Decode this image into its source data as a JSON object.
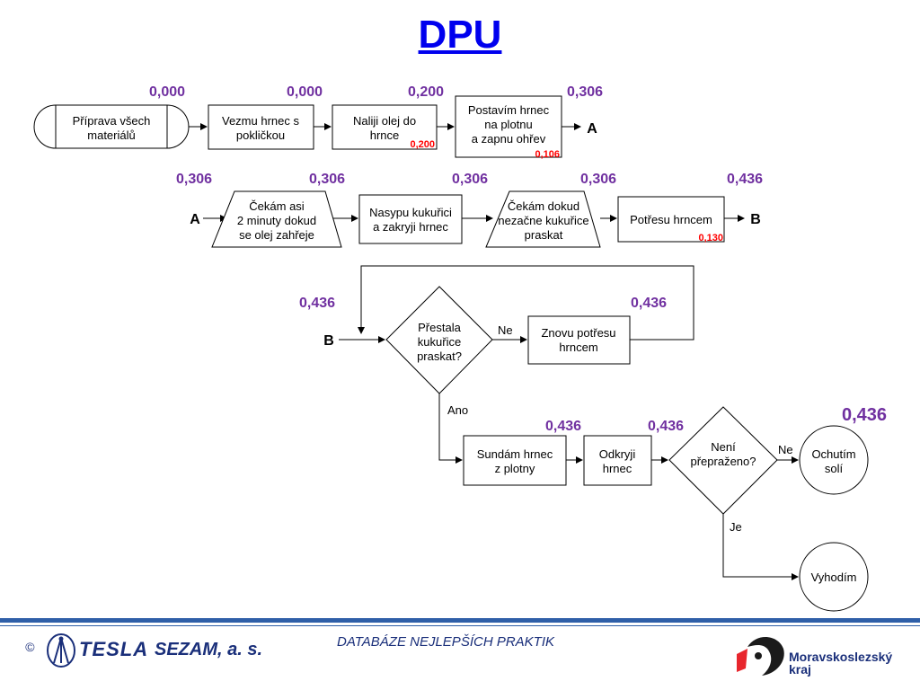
{
  "title": "DPU",
  "boxes": [
    {
      "id": "b1",
      "text": [
        "Příprava všech",
        "materiálů"
      ],
      "sub": ""
    },
    {
      "id": "b2",
      "text": [
        "Vezmu hrnec s",
        "pokličkou"
      ],
      "sub": ""
    },
    {
      "id": "b3",
      "text": [
        "Naliji olej do",
        "hrnce"
      ],
      "sub": "0,200"
    },
    {
      "id": "b4",
      "text": [
        "Postavím hrnec",
        "na plotnu",
        "a zapnu ohřev"
      ],
      "sub": "0,106"
    },
    {
      "id": "b5",
      "text": [
        "Čekám asi",
        "2 minuty dokud",
        "se olej zahřeje"
      ],
      "sub": ""
    },
    {
      "id": "b6",
      "text": [
        "Nasypu kukuřici",
        "a zakryji hrnec"
      ],
      "sub": ""
    },
    {
      "id": "b7",
      "text": [
        "Čekám dokud",
        "nezačne kukuřice",
        "praskat"
      ],
      "sub": ""
    },
    {
      "id": "b8",
      "text": [
        "Potřesu hrncem"
      ],
      "sub": "0,130"
    },
    {
      "id": "b9",
      "text": [
        "Přestala",
        "kukuřice",
        "praskat?"
      ],
      "sub": ""
    },
    {
      "id": "b10",
      "text": [
        "Znovu potřesu",
        "hrncem"
      ],
      "sub": ""
    },
    {
      "id": "b11",
      "text": [
        "Sundám hrnec",
        "z plotny"
      ],
      "sub": ""
    },
    {
      "id": "b12",
      "text": [
        "Odkryji",
        "hrnec"
      ],
      "sub": ""
    },
    {
      "id": "b13",
      "text": [
        "Není",
        "přepraženo?"
      ],
      "sub": ""
    },
    {
      "id": "b14",
      "text": [
        "Ochutím",
        "solí"
      ],
      "sub": ""
    },
    {
      "id": "b15",
      "text": [
        "Vyhodím"
      ],
      "sub": ""
    }
  ],
  "values": [
    "0,000",
    "0,000",
    "0,200",
    "0,306",
    "0,306",
    "0,306",
    "0,306",
    "0,306",
    "0,436",
    "0,436",
    "0,436",
    "0,436",
    "0,436",
    "0,436"
  ],
  "connectors": {
    "a_out": "A",
    "a_in": "A",
    "b_out": "B",
    "b_in": "B"
  },
  "branch_labels": {
    "ne1": "Ne",
    "ano": "Ano",
    "ne2": "Ne",
    "je": "Je"
  },
  "colors": {
    "value": "#7030a0",
    "sub_value": "#ff0000",
    "title": "#0000ee",
    "line": "#000000",
    "footer": "#2f5fa8"
  },
  "footer": {
    "copyright": "©",
    "tesla": "TESLA",
    "company": "SEZAM, a. s.",
    "center": "DATABÁZE NEJLEPŠÍCH PRAKTIK",
    "region": [
      "Moravskoslezský",
      "kraj"
    ]
  }
}
